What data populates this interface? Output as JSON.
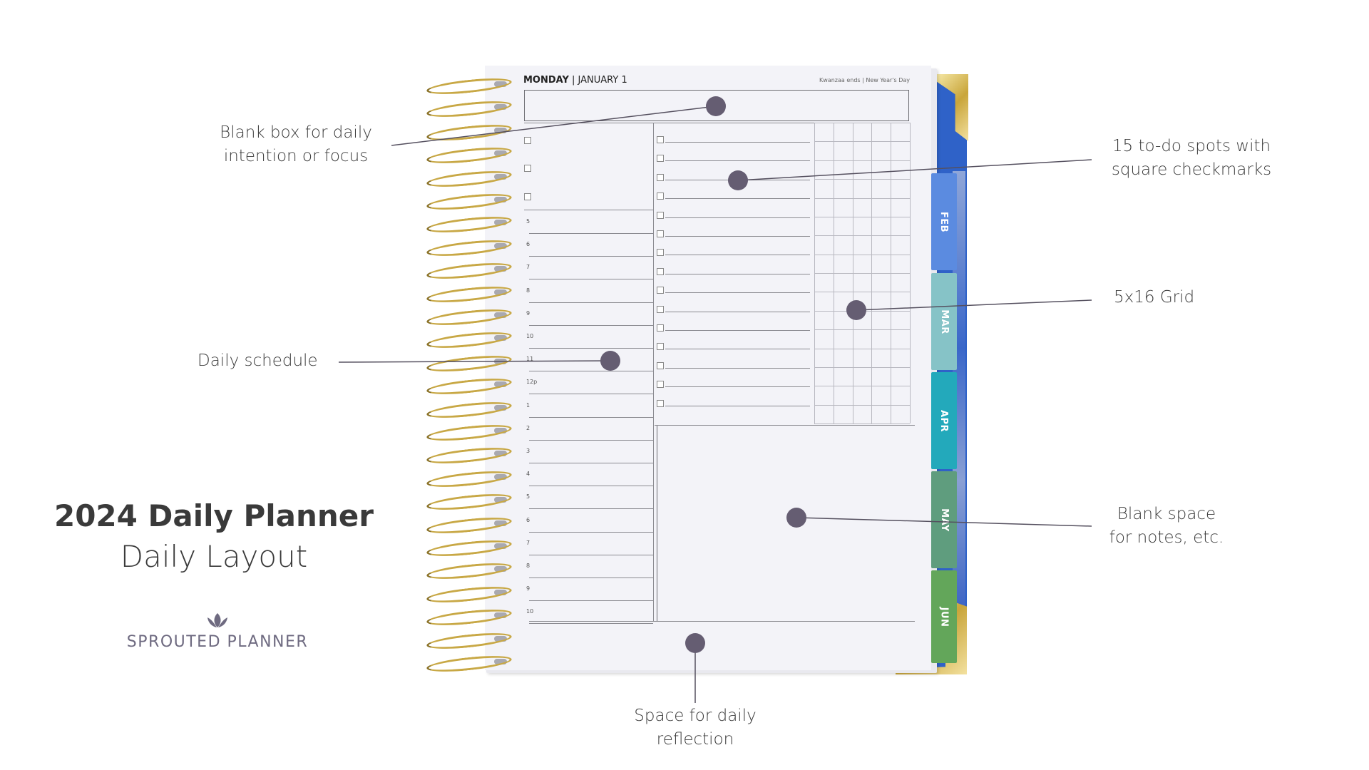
{
  "title": {
    "line1": "2024 Daily Planner",
    "line2": "Daily Layout"
  },
  "brand": {
    "name": "SPROUTED PLANNER",
    "icon": "lotus-icon",
    "color": "#6e6a80"
  },
  "planner_page": {
    "day": "MONDAY",
    "date": "| JANUARY 1",
    "holidays": "Kwanzaa ends | New Year's Day",
    "hours": [
      "5",
      "6",
      "7",
      "8",
      "9",
      "10",
      "11",
      "12p",
      "1",
      "2",
      "3",
      "4",
      "5",
      "6",
      "7",
      "8",
      "9",
      "10"
    ],
    "todo_count": 15,
    "grid": {
      "columns": 5,
      "rows": 16
    },
    "tabs": [
      {
        "label": "FEB",
        "color": "#5b8be0"
      },
      {
        "label": "MAR",
        "color": "#86c3c7"
      },
      {
        "label": "APR",
        "color": "#23a9bb"
      },
      {
        "label": "MAY",
        "color": "#5f9d7e"
      },
      {
        "label": "JUN",
        "color": "#63a65a"
      }
    ]
  },
  "callouts": {
    "intention": {
      "line1": "Blank box for daily",
      "line2": "intention or focus"
    },
    "todo": {
      "line1": "15 to-do spots with",
      "line2": "square checkmarks"
    },
    "grid": {
      "line1": "5x16 Grid"
    },
    "schedule": {
      "line1": "Daily schedule"
    },
    "notes": {
      "line1": "Blank space",
      "line2": "for notes, etc."
    },
    "reflection": {
      "line1": "Space for daily",
      "line2": "reflection"
    }
  },
  "colors": {
    "dot": "#655d72",
    "leader_line": "#55505f"
  }
}
